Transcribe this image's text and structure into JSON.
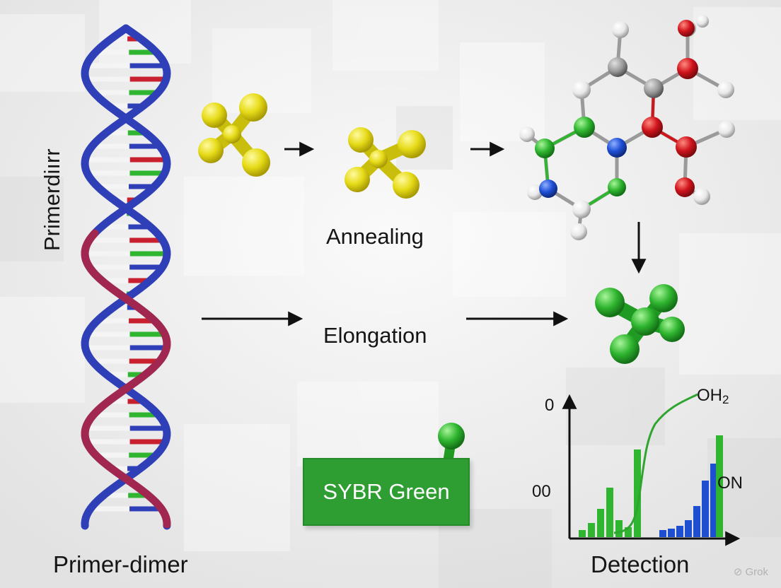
{
  "labels": {
    "side_label": "Primerdiırr",
    "bottom_left": "Primer-dimer",
    "annealing": "Annealing",
    "elongation": "Elongation",
    "sybr": "SYBR Green",
    "detection": "Detection"
  },
  "plot": {
    "y_tick_top": "0",
    "y_tick_mid": "00",
    "curve_label": "OH",
    "curve_label_sub": "2",
    "bar_label": "ON",
    "green_bars": [
      0.05,
      0.1,
      0.2,
      0.35,
      0.12,
      0.07,
      0.62
    ],
    "blue_bars": [
      0.05,
      0.06,
      0.08,
      0.12,
      0.22,
      0.4,
      0.52
    ],
    "right_green_bar": 0.72
  },
  "watermark": "Grok",
  "colors": {
    "dna_blue": "#2f3fb8",
    "dna_red": "#c8202e",
    "yellow": "#e6db17",
    "green": "#2fb52f",
    "sybr_green": "#2f9e32",
    "blue_bar": "#1e4fd0"
  }
}
